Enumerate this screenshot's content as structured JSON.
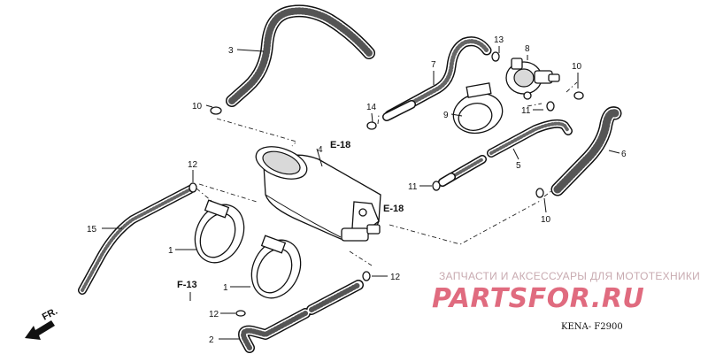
{
  "callouts": {
    "n1a": "1",
    "n1b": "1",
    "n2": "2",
    "n3": "3",
    "n4": "4",
    "n5": "5",
    "n6": "6",
    "n7": "7",
    "n8": "8",
    "n9": "9",
    "n10a": "10",
    "n10b": "10",
    "n10c": "10",
    "n11a": "11",
    "n11b": "11",
    "n12a": "12",
    "n12b": "12",
    "n12c": "12",
    "n13": "13",
    "n14": "14",
    "n15": "15"
  },
  "references": {
    "e18_top": "E-18",
    "e18_right": "E-18",
    "f13": "F-13"
  },
  "direction": {
    "label": "FR."
  },
  "watermark": {
    "subtitle": "ЗАПЧАСТИ И АКСЕССУАРЫ ДЛЯ МОТОТЕХНИКИ",
    "brand": "PARTSFOR.RU"
  },
  "diagram_code": "KENA- F2900",
  "colors": {
    "line": "#111111",
    "watermark_text": "#c8aab0",
    "watermark_brand": "#e06b7f"
  }
}
